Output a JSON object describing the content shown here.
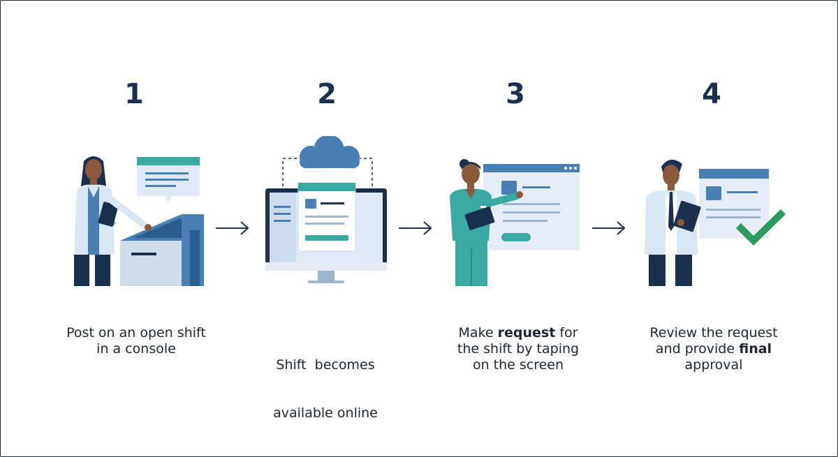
{
  "steps": [
    {
      "number": "1",
      "caption_lines": [
        "Post on an open shift",
        "in a console"
      ],
      "icon": "doctor-at-kiosk-icon"
    },
    {
      "number": "2",
      "caption_lines": [
        "Shift  becomes",
        "available online"
      ],
      "icon": "cloud-monitor-icon"
    },
    {
      "number": "3",
      "caption_line1_pre": "Make ",
      "caption_line1_bold": "request",
      "caption_line1_post": " for",
      "caption_lines": [
        "the shift by taping",
        "on the screen"
      ],
      "icon": "nurse-with-tablet-icon"
    },
    {
      "number": "4",
      "caption_line1": "Review the request",
      "caption_line2_pre": "and provide ",
      "caption_line2_bold": "final",
      "caption_line3": "approval",
      "icon": "manager-approval-icon"
    }
  ],
  "arrows": [
    "arrow-right-icon",
    "arrow-right-icon",
    "arrow-right-icon"
  ],
  "colors": {
    "navy": "#1b2f4e",
    "blue": "#4a7fb5",
    "teal": "#3aa9a0",
    "light_blue": "#dfeaf6",
    "green_check": "#2e9a5e",
    "skin": "#8b5a3c",
    "coat": "#d9e6f3"
  }
}
